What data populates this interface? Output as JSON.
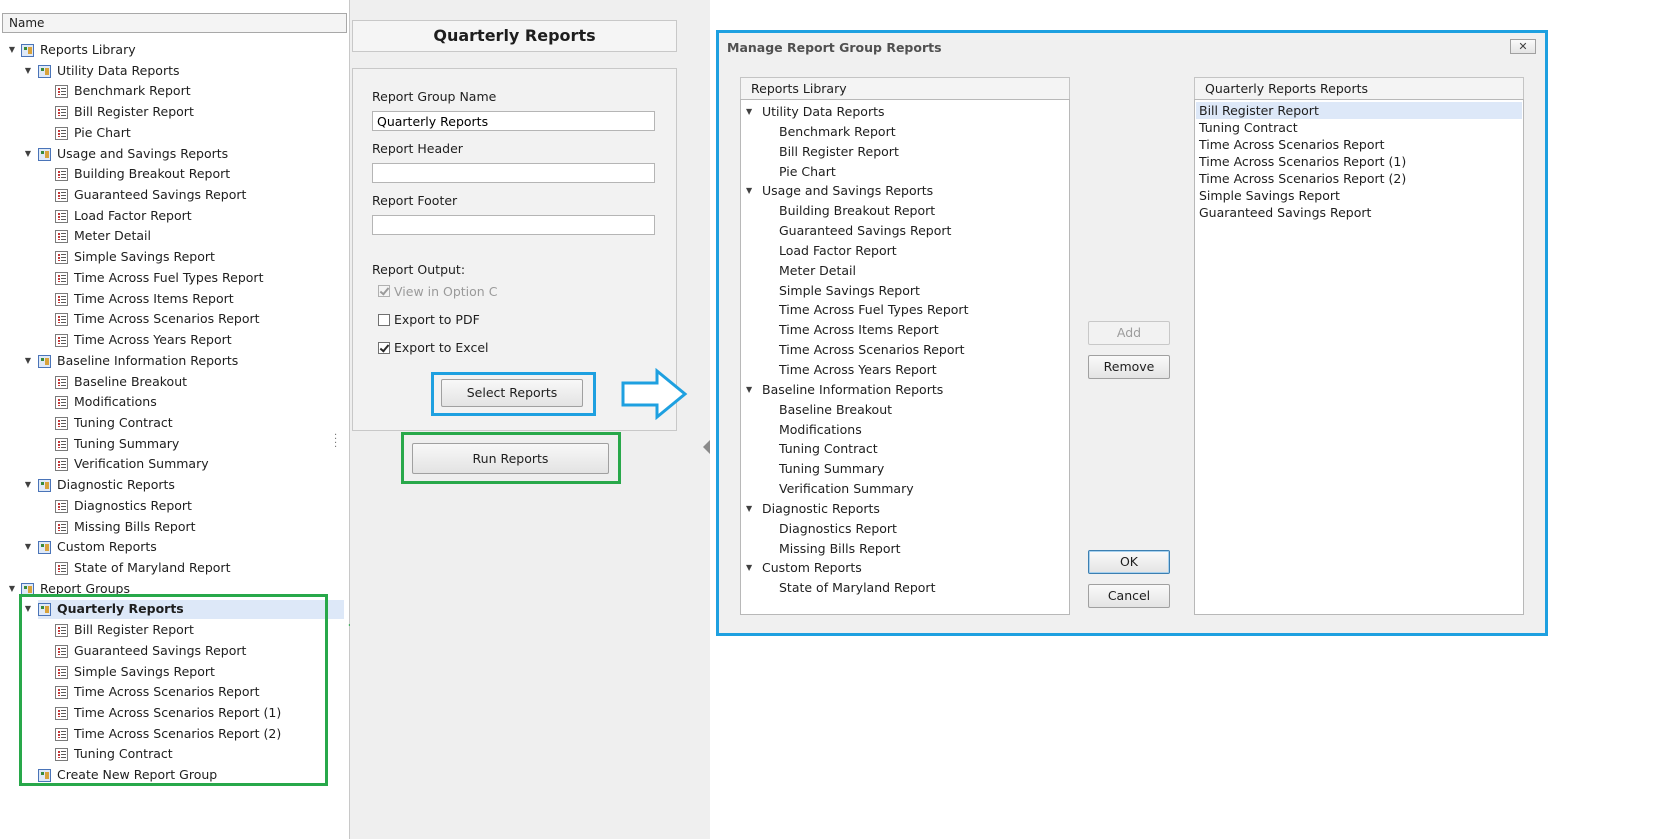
{
  "tree": {
    "header": "Name",
    "nodes": [
      {
        "label": "Reports Library",
        "level": 0,
        "type": "folder",
        "expander": true
      },
      {
        "label": "Utility Data Reports",
        "level": 1,
        "type": "folder",
        "expander": true
      },
      {
        "label": "Benchmark Report",
        "level": 2,
        "type": "report"
      },
      {
        "label": "Bill Register Report",
        "level": 2,
        "type": "report"
      },
      {
        "label": "Pie Chart",
        "level": 2,
        "type": "report"
      },
      {
        "label": "Usage and Savings Reports",
        "level": 1,
        "type": "folder",
        "expander": true
      },
      {
        "label": "Building Breakout Report",
        "level": 2,
        "type": "report"
      },
      {
        "label": "Guaranteed Savings Report",
        "level": 2,
        "type": "report"
      },
      {
        "label": "Load Factor Report",
        "level": 2,
        "type": "report"
      },
      {
        "label": "Meter Detail",
        "level": 2,
        "type": "report"
      },
      {
        "label": "Simple Savings Report",
        "level": 2,
        "type": "report"
      },
      {
        "label": "Time Across Fuel Types Report",
        "level": 2,
        "type": "report"
      },
      {
        "label": "Time Across Items Report",
        "level": 2,
        "type": "report"
      },
      {
        "label": "Time Across Scenarios Report",
        "level": 2,
        "type": "report"
      },
      {
        "label": "Time Across Years Report",
        "level": 2,
        "type": "report"
      },
      {
        "label": "Baseline Information Reports",
        "level": 1,
        "type": "folder",
        "expander": true
      },
      {
        "label": "Baseline Breakout",
        "level": 2,
        "type": "report"
      },
      {
        "label": "Modifications",
        "level": 2,
        "type": "report"
      },
      {
        "label": "Tuning Contract",
        "level": 2,
        "type": "report"
      },
      {
        "label": "Tuning Summary",
        "level": 2,
        "type": "report"
      },
      {
        "label": "Verification Summary",
        "level": 2,
        "type": "report"
      },
      {
        "label": "Diagnostic Reports",
        "level": 1,
        "type": "folder",
        "expander": true
      },
      {
        "label": "Diagnostics Report",
        "level": 2,
        "type": "report"
      },
      {
        "label": "Missing Bills Report",
        "level": 2,
        "type": "report"
      },
      {
        "label": "Custom Reports",
        "level": 1,
        "type": "folder",
        "expander": true
      },
      {
        "label": "State of Maryland Report",
        "level": 2,
        "type": "report"
      },
      {
        "label": "Report Groups",
        "level": 0,
        "type": "folder",
        "expander": true
      },
      {
        "label": "Quarterly Reports",
        "level": 1,
        "type": "folder",
        "expander": true,
        "selected": true
      },
      {
        "label": "Bill Register Report",
        "level": 2,
        "type": "report"
      },
      {
        "label": "Guaranteed Savings Report",
        "level": 2,
        "type": "report"
      },
      {
        "label": "Simple Savings Report",
        "level": 2,
        "type": "report"
      },
      {
        "label": "Time Across Scenarios Report",
        "level": 2,
        "type": "report"
      },
      {
        "label": "Time Across Scenarios Report (1)",
        "level": 2,
        "type": "report"
      },
      {
        "label": "Time Across Scenarios Report (2)",
        "level": 2,
        "type": "report"
      },
      {
        "label": "Tuning Contract",
        "level": 2,
        "type": "report"
      },
      {
        "label": "Create New Report Group",
        "level": 1,
        "type": "folder"
      }
    ]
  },
  "group_form": {
    "title": "Quarterly Reports",
    "name_label": "Report Group Name",
    "name_value": "Quarterly Reports",
    "header_label": "Report Header",
    "header_value": "",
    "footer_label": "Report Footer",
    "footer_value": "",
    "output_label": "Report Output:",
    "view_option_label": "View in Option C",
    "view_option_checked": true,
    "export_pdf_label": "Export to PDF",
    "export_pdf_checked": false,
    "export_excel_label": "Export to Excel",
    "export_excel_checked": true,
    "select_reports_label": "Select Reports",
    "run_reports_label": "Run Reports"
  },
  "dialog": {
    "title": "Manage Report Group Reports",
    "close_glyph": "✕",
    "library_header": "Reports Library",
    "library_items": [
      {
        "label": "Utility Data Reports",
        "level": 0
      },
      {
        "label": "Benchmark Report",
        "level": 1
      },
      {
        "label": "Bill Register Report",
        "level": 1
      },
      {
        "label": "Pie Chart",
        "level": 1
      },
      {
        "label": "Usage and Savings Reports",
        "level": 0
      },
      {
        "label": "Building Breakout Report",
        "level": 1
      },
      {
        "label": "Guaranteed Savings Report",
        "level": 1
      },
      {
        "label": "Load Factor Report",
        "level": 1
      },
      {
        "label": "Meter Detail",
        "level": 1
      },
      {
        "label": "Simple Savings Report",
        "level": 1
      },
      {
        "label": "Time Across Fuel Types Report",
        "level": 1
      },
      {
        "label": "Time Across Items Report",
        "level": 1
      },
      {
        "label": "Time Across Scenarios Report",
        "level": 1
      },
      {
        "label": "Time Across Years Report",
        "level": 1
      },
      {
        "label": "Baseline Information Reports",
        "level": 0
      },
      {
        "label": "Baseline Breakout",
        "level": 1
      },
      {
        "label": "Modifications",
        "level": 1
      },
      {
        "label": "Tuning Contract",
        "level": 1
      },
      {
        "label": "Tuning Summary",
        "level": 1
      },
      {
        "label": "Verification Summary",
        "level": 1
      },
      {
        "label": "Diagnostic Reports",
        "level": 0
      },
      {
        "label": "Diagnostics Report",
        "level": 1
      },
      {
        "label": "Missing Bills Report",
        "level": 1
      },
      {
        "label": "Custom Reports",
        "level": 0
      },
      {
        "label": "State of Maryland Report",
        "level": 1
      }
    ],
    "group_header": "Quarterly Reports Reports",
    "group_items": [
      {
        "label": "Bill Register Report",
        "selected": true
      },
      {
        "label": "Tuning Contract"
      },
      {
        "label": "Time Across Scenarios Report"
      },
      {
        "label": "Time Across Scenarios Report (1)"
      },
      {
        "label": "Time Across Scenarios Report (2)"
      },
      {
        "label": "Simple Savings Report"
      },
      {
        "label": "Guaranteed Savings Report"
      }
    ],
    "add_label": "Add",
    "add_enabled": false,
    "remove_label": "Remove",
    "ok_label": "OK",
    "cancel_label": "Cancel"
  },
  "colors": {
    "highlight_blue": "#1ea0e0",
    "highlight_green": "#28a84a",
    "selection": "#dde8f8"
  }
}
